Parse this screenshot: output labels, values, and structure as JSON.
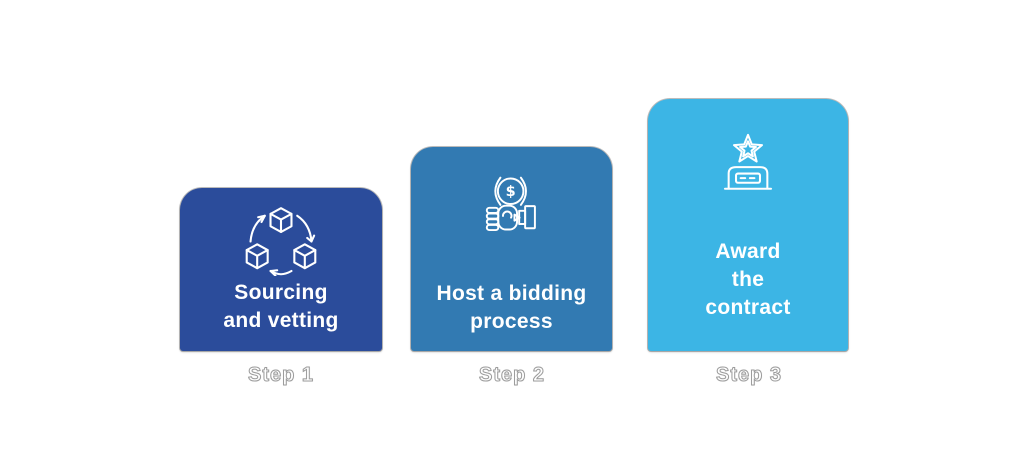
{
  "page": {
    "background_color": "#FFFFFF"
  },
  "diagram": {
    "text_color": "#FFFFFF",
    "step_label_color": "#9C9C9C",
    "steps": [
      {
        "label": "Step 1",
        "title": "Sourcing\nand vetting",
        "card_color": "#2B4C9B",
        "icon": "cubes-cycle-icon"
      },
      {
        "label": "Step 2",
        "title": "Host a bidding\nprocess",
        "card_color": "#327AB2",
        "icon": "bid-hand-gavel-dollar-icon",
        "icon_dollar": "$"
      },
      {
        "label": "Step 3",
        "title": "Award\nthe\ncontract",
        "card_color": "#3CB5E5",
        "icon": "trophy-star-icon"
      }
    ]
  }
}
